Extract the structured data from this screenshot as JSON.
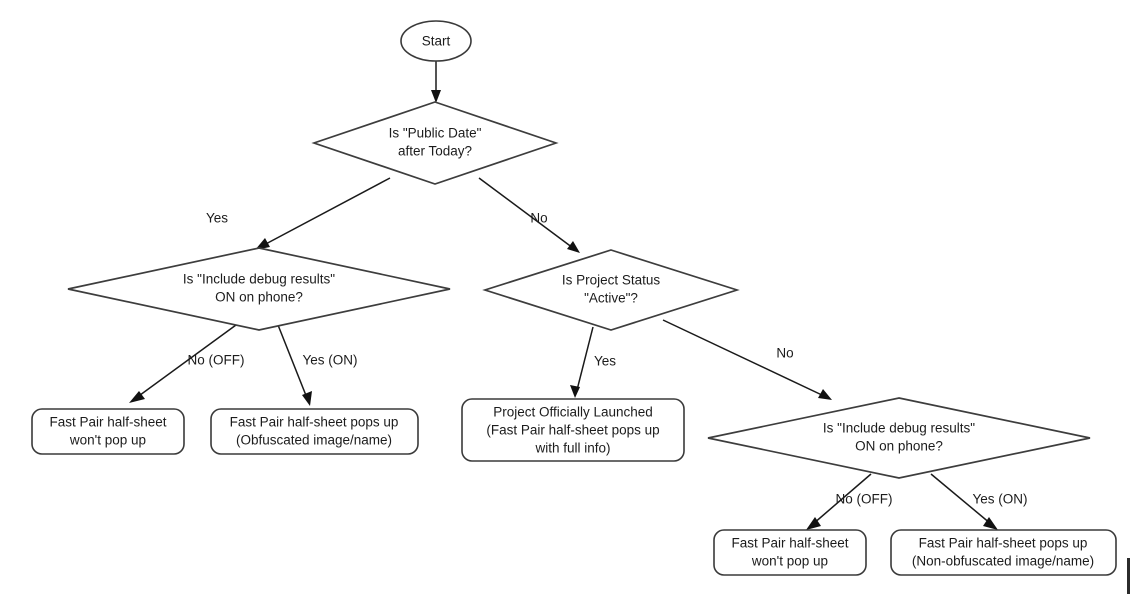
{
  "diagram": {
    "title": "Fast Pair half-sheet visibility decision flow",
    "type": "flowchart",
    "background_color": "#ffffff",
    "line_color": "#1a1a1a",
    "text_color": "#1c1c1c",
    "nodes": [
      {
        "id": "start",
        "shape": "ellipse",
        "lines": [
          "Start"
        ],
        "line1": "Start"
      },
      {
        "id": "public-date-decision",
        "shape": "diamond",
        "lines": [
          "Is \"Public Date\"",
          "after Today?"
        ],
        "line1": "Is \"Public Date\"",
        "line2": "after Today?"
      },
      {
        "id": "debug-results-left-decision",
        "shape": "diamond",
        "lines": [
          "Is \"Include debug results\"",
          "ON on phone?"
        ],
        "line1": "Is \"Include debug results\"",
        "line2": "ON on phone?"
      },
      {
        "id": "project-status-decision",
        "shape": "diamond",
        "lines": [
          "Is Project Status",
          "\"Active\"?"
        ],
        "line1": "Is Project Status",
        "line2": "\"Active\"?"
      },
      {
        "id": "debug-results-right-decision",
        "shape": "diamond",
        "lines": [
          "Is \"Include debug results\"",
          "ON on phone?"
        ],
        "line1": "Is \"Include debug results\"",
        "line2": "ON on phone?"
      },
      {
        "id": "no-popup-left",
        "shape": "terminator",
        "lines": [
          "Fast Pair half-sheet",
          "won't pop up"
        ],
        "line1": "Fast Pair half-sheet",
        "line2": "won't pop up"
      },
      {
        "id": "obfuscated-popup",
        "shape": "terminator",
        "lines": [
          "Fast Pair half-sheet pops up",
          "(Obfuscated image/name)"
        ],
        "line1": "Fast Pair half-sheet pops up",
        "line2": "(Obfuscated image/name)"
      },
      {
        "id": "officially-launched",
        "shape": "terminator",
        "lines": [
          "Project Officially Launched",
          "(Fast Pair half-sheet pops up",
          "with full info)"
        ],
        "line1": "Project Officially Launched",
        "line2": "(Fast Pair half-sheet pops up",
        "line3": "with full info)"
      },
      {
        "id": "no-popup-right",
        "shape": "terminator",
        "lines": [
          "Fast Pair half-sheet",
          "won't pop up"
        ],
        "line1": "Fast Pair half-sheet",
        "line2": "won't pop up"
      },
      {
        "id": "non-obfuscated-popup",
        "shape": "terminator",
        "lines": [
          "Fast Pair half-sheet pops up",
          "(Non-obfuscated image/name)"
        ],
        "line1": "Fast Pair half-sheet pops up",
        "line2": "(Non-obfuscated image/name)"
      }
    ],
    "edges": [
      {
        "id": "start-to-public-date",
        "from": "start",
        "to": "public-date-decision",
        "label": ""
      },
      {
        "id": "public-date-yes",
        "from": "public-date-decision",
        "to": "debug-results-left-decision",
        "label": "Yes"
      },
      {
        "id": "public-date-no",
        "from": "public-date-decision",
        "to": "project-status-decision",
        "label": "No"
      },
      {
        "id": "debug-left-no",
        "from": "debug-results-left-decision",
        "to": "no-popup-left",
        "label": "No (OFF)"
      },
      {
        "id": "debug-left-yes",
        "from": "debug-results-left-decision",
        "to": "obfuscated-popup",
        "label": "Yes (ON)"
      },
      {
        "id": "project-status-yes",
        "from": "project-status-decision",
        "to": "officially-launched",
        "label": "Yes"
      },
      {
        "id": "project-status-no",
        "from": "project-status-decision",
        "to": "debug-results-right-decision",
        "label": "No"
      },
      {
        "id": "debug-right-no",
        "from": "debug-results-right-decision",
        "to": "no-popup-right",
        "label": "No (OFF)"
      },
      {
        "id": "debug-right-yes",
        "from": "debug-results-right-decision",
        "to": "non-obfuscated-popup",
        "label": "Yes (ON)"
      }
    ]
  }
}
